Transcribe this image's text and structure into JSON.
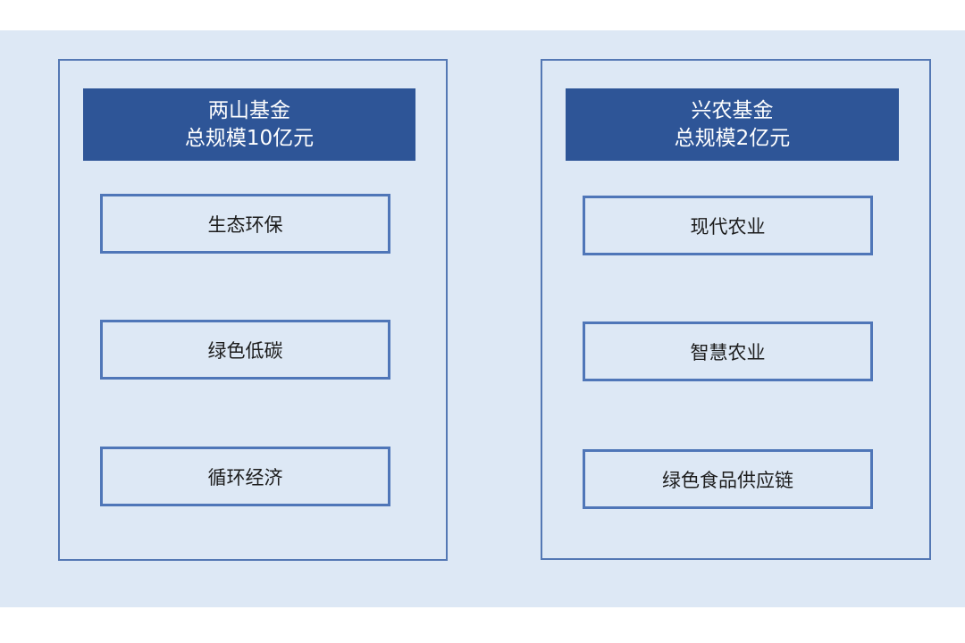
{
  "colors": {
    "panel_background": "#dde8f5",
    "border": "#5478b4",
    "header_background": "#2e5597",
    "header_text": "#ffffff",
    "item_text": "#1c1c1c"
  },
  "funds": [
    {
      "name": "两山基金",
      "scale": "总规模10亿元",
      "items": [
        "生态环保",
        "绿色低碳",
        "循环经济"
      ]
    },
    {
      "name": "兴农基金",
      "scale": "总规模2亿元",
      "items": [
        "现代农业",
        "智慧农业",
        "绿色食品供应链"
      ]
    }
  ]
}
